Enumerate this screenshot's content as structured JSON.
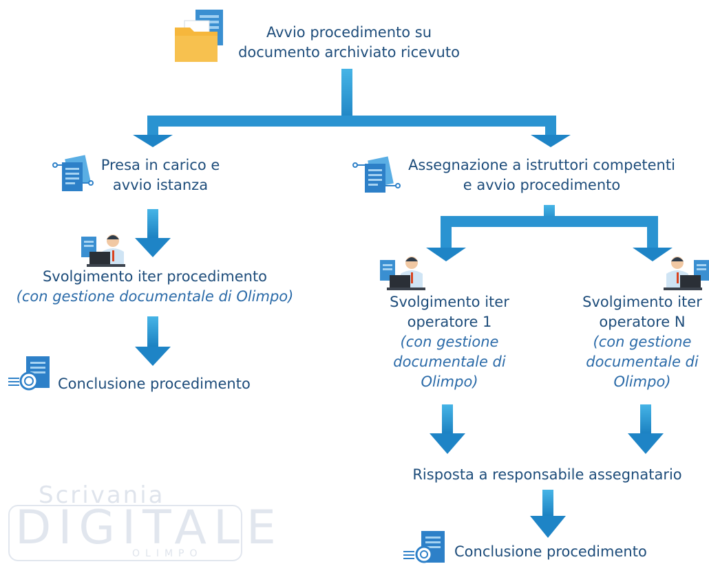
{
  "nodes": {
    "start": {
      "line1": "Avvio procedimento su",
      "line2": "documento archiviato ricevuto"
    },
    "presa": {
      "line1": "Presa in carico e",
      "line2": "avvio istanza"
    },
    "assegnazione": {
      "line1": "Assegnazione a istruttori competenti",
      "line2": "e avvio procedimento"
    },
    "svolgimento": {
      "line1": "Svolgimento iter procedimento",
      "line2": "(con gestione documentale di Olimpo)"
    },
    "conclusione_left": {
      "label": "Conclusione procedimento"
    },
    "operatore1": {
      "line1": "Svolgimento iter",
      "line2": "operatore 1",
      "line3": "(con gestione",
      "line4": "documentale di",
      "line5": "Olimpo)"
    },
    "operatoreN": {
      "line1": "Svolgimento iter",
      "line2": "operatore N",
      "line3": "(con gestione",
      "line4": "documentale di",
      "line5": "Olimpo)"
    },
    "risposta": {
      "label": "Risposta a responsabile assegnatario"
    },
    "conclusione_right": {
      "label": "Conclusione procedimento"
    }
  },
  "watermark": {
    "top": "Scrivania",
    "main": "DIGITALE",
    "sub": "OLIMPO"
  },
  "colors": {
    "arrow": "#1e8bc9",
    "arrow_light": "#38a9dd",
    "text": "#1d4c7a",
    "italic": "#2a6aa8",
    "folder": "#f6b73c",
    "doc": "#3a8fd1"
  },
  "icons": [
    "folder-document-icon",
    "documents-connect-icon",
    "operator-desk-icon",
    "stamped-document-icon"
  ]
}
